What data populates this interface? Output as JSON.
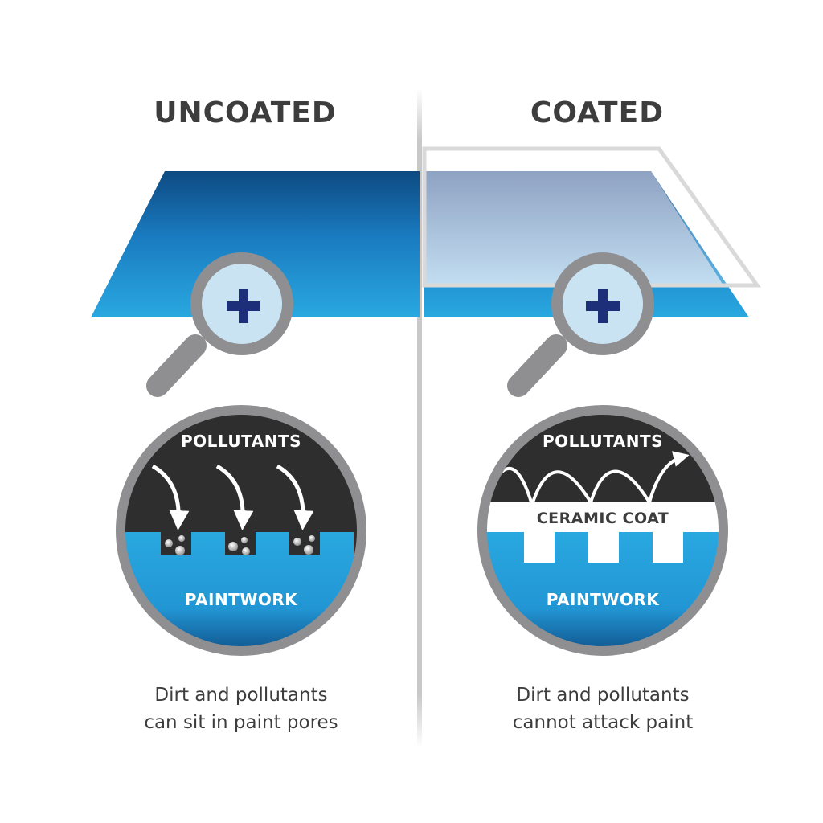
{
  "panels": {
    "left": {
      "heading": "UNCOATED",
      "pollutants_label": "POLLUTANTS",
      "paint_label": "PAINTWORK",
      "caption_line1": "Dirt and pollutants",
      "caption_line2": "can sit in paint pores"
    },
    "right": {
      "heading": "COATED",
      "pollutants_label": "POLLUTANTS",
      "coat_label": "CERAMIC COAT",
      "paint_label": "PAINTWORK",
      "caption_line1": "Dirt and pollutants",
      "caption_line2": "cannot attack paint"
    }
  },
  "icons": {
    "magnifier": "magnifier-plus-icon",
    "arrow": "curved-arrow-icon"
  },
  "colors": {
    "paint_blue_light": "#29a8e0",
    "paint_blue_dark": "#0d4a82",
    "pollutant_dark": "#2e2e2e",
    "ring_gray": "#8f8f92",
    "plus_navy": "#1d2f78",
    "lens_fill": "#c9e3f3",
    "heading_text": "#3d3d3d"
  }
}
